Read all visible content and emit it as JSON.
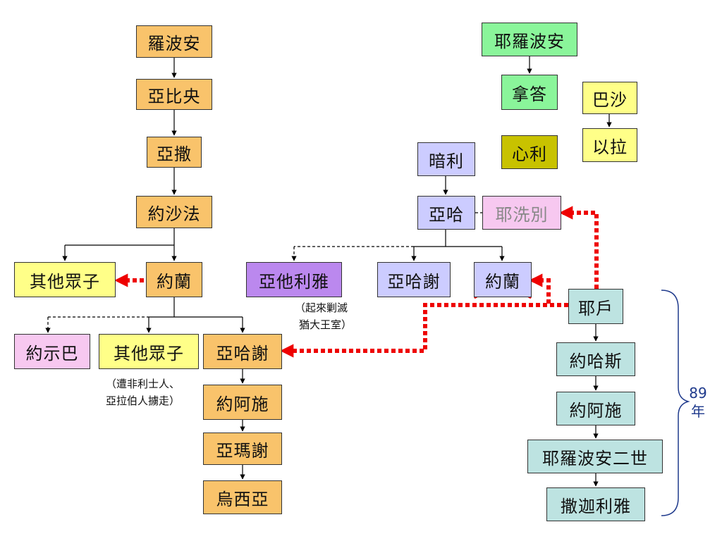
{
  "nodes": {
    "rehoboam": "羅波安",
    "abijah": "亞比央",
    "asa": "亞撒",
    "jehoshaphat": "約沙法",
    "other_sons_1": "其他眾子",
    "jehoram_judah": "約蘭",
    "athaliah": "亞他利雅",
    "ahaziah_israel": "亞哈謝",
    "jehoram_israel": "約蘭",
    "jeroboam": "耶羅波安",
    "nadab": "拿答",
    "baasha": "巴沙",
    "elah": "以拉",
    "zimri": "心利",
    "omri": "暗利",
    "ahab": "亞哈",
    "jezebel": "耶洗別",
    "zibiah": "約示巴",
    "other_sons_2": "其他眾子",
    "ahaziah_judah": "亞哈謝",
    "joash": "約阿施",
    "amaziah": "亞瑪謝",
    "uzziah": "烏西亞",
    "jehu": "耶戶",
    "jehoahaz": "約哈斯",
    "jehoash": "約阿施",
    "jeroboam2": "耶羅波安二世",
    "zechariah": "撒迦利雅"
  },
  "notes": {
    "athaliah_line1": "（起來剿滅",
    "athaliah_line2": "猶大王室）",
    "captured_line1": "（遭非利士人、",
    "captured_line2": "亞拉伯人擄走）"
  },
  "bracket": {
    "years_number": "89",
    "years_unit": "年"
  },
  "colors": {
    "judah": "#f9c36b",
    "israel_jeroboam": "#8af59a",
    "israel_baasha": "#ffff88",
    "zimri": "#c8c200",
    "omri_house": "#ccccff",
    "athaliah": "#bb88ee",
    "jezebel": "#f7c8f0",
    "jehu_house": "#bde3e1",
    "kill_arrow": "#ee0000",
    "bracket": "#1f3a8c"
  }
}
